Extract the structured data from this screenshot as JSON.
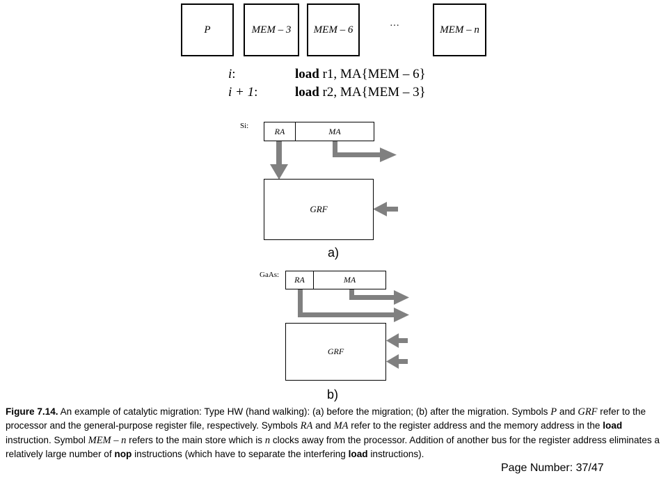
{
  "top_boxes": [
    {
      "label": "P"
    },
    {
      "label": "MEM – 3"
    },
    {
      "label": "MEM – 6"
    },
    {
      "label": "MEM – n"
    }
  ],
  "ellipsis": "…",
  "instructions": [
    {
      "index": "i",
      "index_suffix": ":",
      "op": "load",
      "operand": " r1, MA{MEM – 6}"
    },
    {
      "index": "i + 1",
      "index_suffix": ":",
      "op": "load",
      "operand": " r2, MA{MEM – 3}"
    }
  ],
  "part_a": {
    "tech_label": "Si:",
    "ra": "RA",
    "ma": "MA",
    "grf": "GRF",
    "sublabel": "a)"
  },
  "part_b": {
    "tech_label": "GaAs:",
    "ra": "RA",
    "ma": "MA",
    "grf": "GRF",
    "sublabel": "b)"
  },
  "caption": {
    "figure_label": "Figure 7.14.",
    "s1": " An example of catalytic migration: Type HW (hand walking): (a) before the migration; (b) after the migration. Symbols ",
    "p": "P",
    "s2": " and ",
    "grf": "GRF",
    "s3": " refer to the processor and the general-purpose register file, respectively. Symbols ",
    "ra": "RA",
    "s4": " and ",
    "ma": "MA",
    "s5": " refer to the register address and the memory address in the ",
    "load1": "load",
    "s6": " instruction. Symbol ",
    "memn": "MEM – n",
    "s7": " refers to the main store which is ",
    "n": "n",
    "s8": " clocks away from the processor. Addition of another bus for the register address eliminates a relatively large number of ",
    "nop": "nop",
    "s9": " instructions (which have to separate the interfering ",
    "load2": "load",
    "s10": " instructions)."
  },
  "page_number": "Page Number: 37/47",
  "colors": {
    "arrow": "#808080",
    "border": "#000000"
  }
}
